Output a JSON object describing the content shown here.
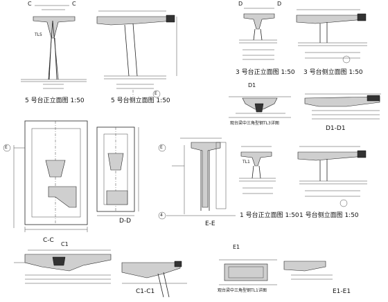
{
  "drawing": {
    "titles": {
      "t5_front": "5 号台正立面图 1:50",
      "t5_side": "5 号台侧立面图 1:50",
      "t3_front": "3 号台正立面图 1:50",
      "t3_side": "3 号台侧立面图 1:50",
      "t1_front": "1 号台正立面图 1:50",
      "t1_side": "1 号台侧立面图 1:50",
      "tl3": "观台梁中三角型钢TL3详图",
      "tl1": "观台梁中三角型钢TL1详图",
      "cc": "C-C",
      "dd": "D-D",
      "ee": "E-E",
      "d1d1": "D1-D1",
      "c1c1": "C1-C1",
      "e1e1": "E1-E1"
    },
    "section_marks": {
      "c_left": "C",
      "c_right": "C",
      "d_left": "D",
      "d_right": "D",
      "d1_top": "D1",
      "c1_top": "C1",
      "e1_top": "E1",
      "axis_e_1": "E",
      "axis_e_2": "E",
      "axis_e_3": "E",
      "axis_4": "4"
    },
    "annotations": {
      "tl5": "TL5",
      "tl1": "TL1"
    }
  }
}
